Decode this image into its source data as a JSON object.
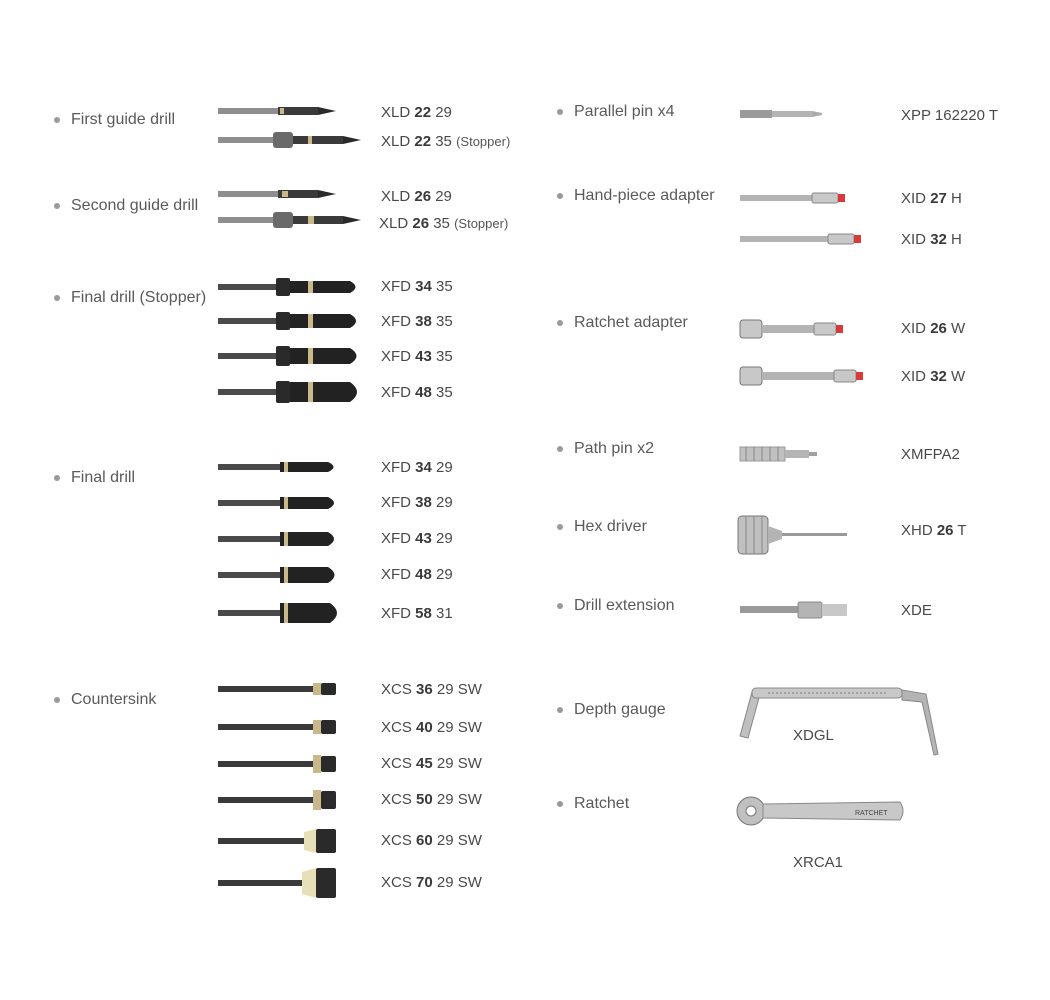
{
  "categories": {
    "first_guide_drill": "First guide drill",
    "second_guide_drill": "Second guide drill",
    "final_drill_stopper": "Final drill (Stopper)",
    "final_drill": "Final drill",
    "countersink": "Countersink",
    "parallel_pin": "Parallel pin x4",
    "hand_piece_adapter": "Hand-piece adapter",
    "ratchet_adapter": "Ratchet adapter",
    "path_pin": "Path pin x2",
    "hex_driver": "Hex driver",
    "drill_extension": "Drill extension",
    "depth_gauge": "Depth gauge",
    "ratchet": "Ratchet"
  },
  "codes": {
    "xld_22_29": {
      "pre": "XLD ",
      "bold": "22",
      "post": " 29",
      "note": ""
    },
    "xld_22_35": {
      "pre": "XLD ",
      "bold": "22",
      "post": " 35 ",
      "note": "(Stopper)"
    },
    "xld_26_29": {
      "pre": "XLD ",
      "bold": "26",
      "post": " 29",
      "note": ""
    },
    "xld_26_35": {
      "pre": "XLD ",
      "bold": "26",
      "post": " 35  ",
      "note": "(Stopper)"
    },
    "xfd_34_35": {
      "pre": "XFD ",
      "bold": "34",
      "post": " 35"
    },
    "xfd_38_35": {
      "pre": "XFD ",
      "bold": "38",
      "post": " 35"
    },
    "xfd_43_35": {
      "pre": "XFD ",
      "bold": "43",
      "post": " 35"
    },
    "xfd_48_35": {
      "pre": "XFD ",
      "bold": "48",
      "post": " 35"
    },
    "xfd_34_29": {
      "pre": "XFD ",
      "bold": "34",
      "post": " 29"
    },
    "xfd_38_29": {
      "pre": "XFD ",
      "bold": "38",
      "post": " 29"
    },
    "xfd_43_29": {
      "pre": "XFD ",
      "bold": "43",
      "post": " 29"
    },
    "xfd_48_29": {
      "pre": "XFD ",
      "bold": "48",
      "post": " 29"
    },
    "xfd_58_31": {
      "pre": "XFD ",
      "bold": "58",
      "post": " 31"
    },
    "xcs_36": {
      "pre": "XCS ",
      "bold": "36",
      "post": " 29 SW"
    },
    "xcs_40": {
      "pre": "XCS ",
      "bold": "40",
      "post": " 29 SW"
    },
    "xcs_45": {
      "pre": "XCS ",
      "bold": "45",
      "post": " 29 SW"
    },
    "xcs_50": {
      "pre": "XCS ",
      "bold": "50",
      "post": " 29 SW"
    },
    "xcs_60": {
      "pre": "XCS ",
      "bold": "60",
      "post": " 29 SW"
    },
    "xcs_70": {
      "pre": "XCS ",
      "bold": "70",
      "post": " 29 SW"
    },
    "xpp": {
      "pre": "XPP 162220 T",
      "bold": "",
      "post": ""
    },
    "xid_27_h": {
      "pre": "XID ",
      "bold": "27",
      "post": " H"
    },
    "xid_32_h": {
      "pre": "XID ",
      "bold": "32",
      "post": " H"
    },
    "xid_26_w": {
      "pre": "XID ",
      "bold": "26",
      "post": " W"
    },
    "xid_32_w": {
      "pre": "XID ",
      "bold": "32",
      "post": " W"
    },
    "xmfpa2": {
      "pre": "XMFPA2",
      "bold": "",
      "post": ""
    },
    "xhd_26_t": {
      "pre": "XHD ",
      "bold": "26",
      "post": " T"
    },
    "xde": {
      "pre": "XDE",
      "bold": "",
      "post": ""
    },
    "xdgl": {
      "pre": "XDGL",
      "bold": "",
      "post": ""
    },
    "xrca1": {
      "pre": "XRCA1",
      "bold": "",
      "post": ""
    }
  },
  "colors": {
    "shank": "#b4b4b4",
    "drill_dark": "#2a2a2a",
    "steel": "#c8c8c8",
    "red_tip": "#d63a3a",
    "gold_band": "#c9b98a"
  }
}
